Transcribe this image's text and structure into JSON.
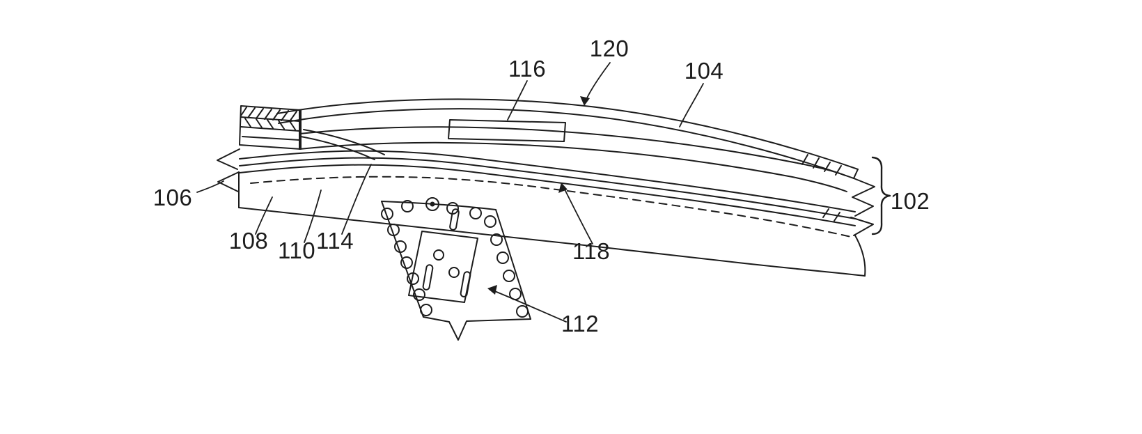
{
  "figure": {
    "background_color": "#ffffff",
    "line_color": "#1c1c1c"
  },
  "labels": {
    "n102": "102",
    "n104": "104",
    "n106": "106",
    "n108": "108",
    "n110": "110",
    "n112": "112",
    "n114": "114",
    "n116": "116",
    "n118": "118",
    "n120": "120"
  }
}
